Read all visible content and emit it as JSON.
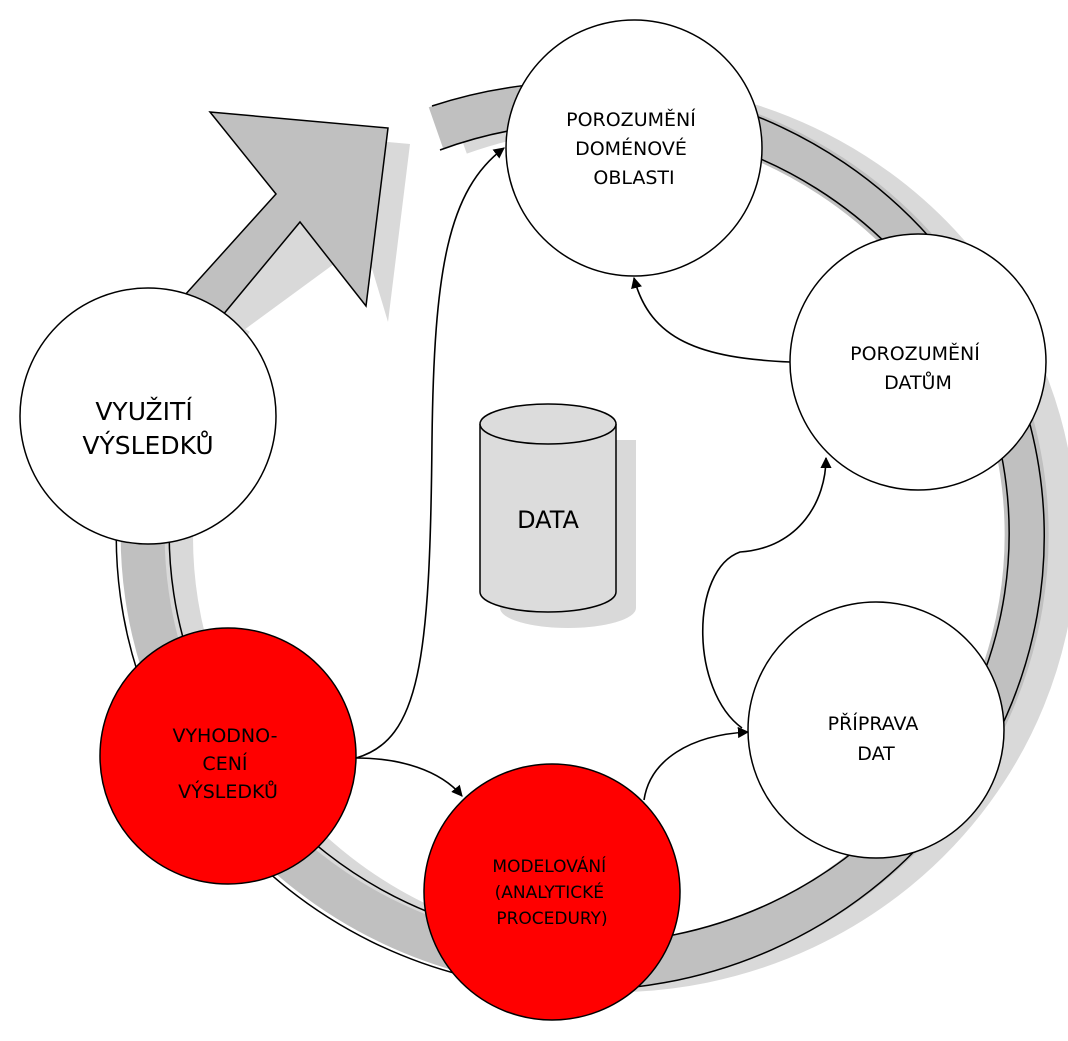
{
  "colors": {
    "ring": "#c0c0c0",
    "shadow": "#d9d9d9",
    "stroke": "#000000",
    "stage_default": "#ffffff",
    "stage_highlight": "#ff0000",
    "data_cylinder": "#dcdcdc"
  },
  "stages": {
    "domain_understanding": {
      "lines": [
        "POROZUMĚNÍ",
        "DOMÉNOVÉ",
        "OBLASTI"
      ],
      "highlighted": false
    },
    "data_understanding": {
      "lines": [
        "POROZUMĚNÍ",
        "DATŮM"
      ],
      "highlighted": false
    },
    "data_preparation": {
      "lines": [
        "PŘÍPRAVA",
        "DAT"
      ],
      "highlighted": false
    },
    "modeling": {
      "lines": [
        "MODELOVÁNÍ",
        "(ANALYTICKÉ",
        "PROCEDURY)"
      ],
      "highlighted": true
    },
    "evaluation": {
      "lines": [
        "VYHODNO-",
        "CENÍ",
        "VÝSLEDKŮ"
      ],
      "highlighted": true
    },
    "deployment": {
      "lines": [
        "VYUŽITÍ",
        "VÝSLEDKŮ"
      ],
      "highlighted": false
    }
  },
  "data_store": {
    "label": "DATA",
    "icon": "database-cylinder-icon"
  }
}
